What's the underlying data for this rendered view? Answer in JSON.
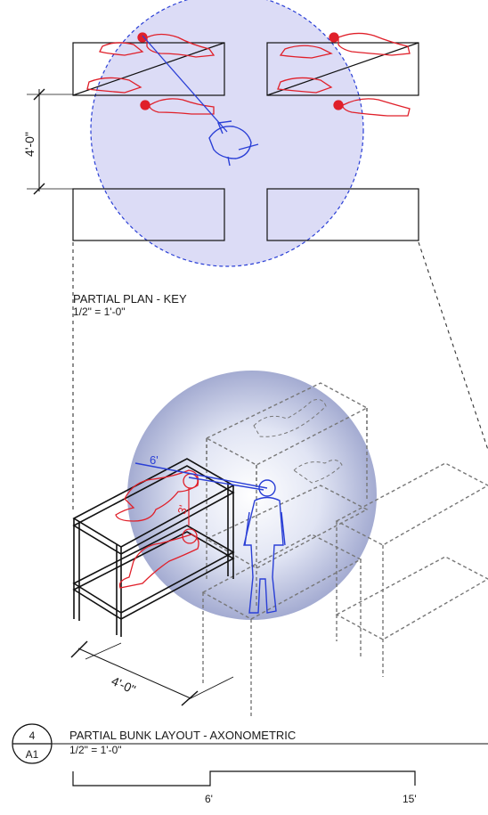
{
  "plan": {
    "dimension_label": "4'-0\"",
    "title": "PARTIAL PLAN - KEY",
    "scale": "1/2\" = 1'-0\""
  },
  "axon": {
    "sight_distance_label": "6'",
    "height_label": "3'",
    "depth_dimension_label": "4'-0\""
  },
  "title_block": {
    "detail_number": "4",
    "sheet_number": "A1",
    "title": "PARTIAL BUNK LAYOUT - AXONOMETRIC",
    "scale": "1/2\" = 1'-0\""
  },
  "scale_bar": {
    "label_mid": "6'",
    "label_end": "15'"
  },
  "colors": {
    "line": "#111111",
    "occupant_red": "#e0202a",
    "observer_blue": "#2a3fd6",
    "zone_fill": "#d6d6f5",
    "ghost_gray": "#777777"
  }
}
